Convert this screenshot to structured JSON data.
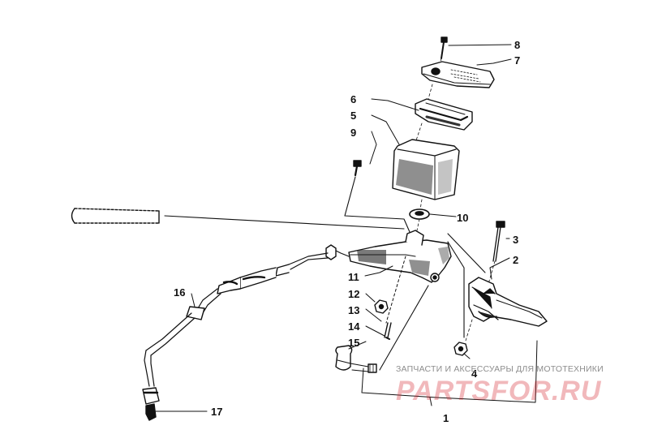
{
  "callouts": [
    {
      "id": "1",
      "label": "1"
    },
    {
      "id": "2",
      "label": "2"
    },
    {
      "id": "3",
      "label": "3"
    },
    {
      "id": "4",
      "label": "4"
    },
    {
      "id": "5",
      "label": "5"
    },
    {
      "id": "6",
      "label": "6"
    },
    {
      "id": "7",
      "label": "7"
    },
    {
      "id": "8",
      "label": "8"
    },
    {
      "id": "9",
      "label": "9"
    },
    {
      "id": "10",
      "label": "10"
    },
    {
      "id": "11",
      "label": "11"
    },
    {
      "id": "12",
      "label": "12"
    },
    {
      "id": "13",
      "label": "13"
    },
    {
      "id": "14",
      "label": "14"
    },
    {
      "id": "15",
      "label": "15"
    },
    {
      "id": "16",
      "label": "16"
    },
    {
      "id": "17",
      "label": "17"
    }
  ],
  "watermark": {
    "subtitle": "ЗАПЧАСТИ И АКСЕССУАРЫ ДЛЯ МОТОТЕХНИКИ",
    "logo": "PARTSFOR.RU",
    "color": "#d62832"
  },
  "colors": {
    "ink": "#111111",
    "background": "#ffffff"
  }
}
